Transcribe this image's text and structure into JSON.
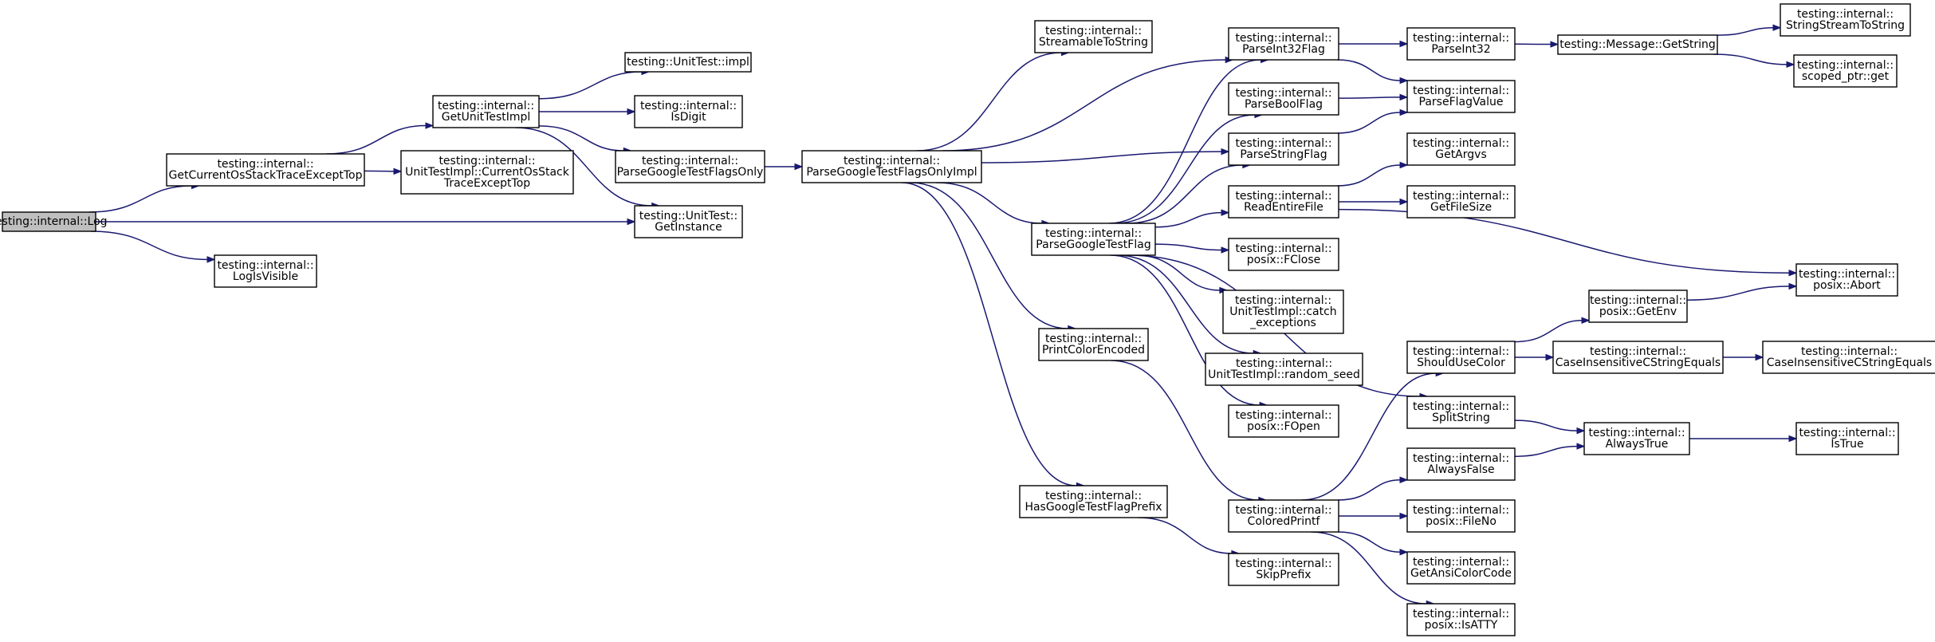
{
  "graph": {
    "edge_color": "#191970",
    "root_fill": "#bfbfbf",
    "node_fill": "#ffffff",
    "nodes": [
      {
        "id": "log",
        "lines": [
          "testing::internal::Log"
        ],
        "root": true
      },
      {
        "id": "getcurrent",
        "lines": [
          "testing::internal::",
          "GetCurrentOsStackTraceExceptTop"
        ]
      },
      {
        "id": "logisvisible",
        "lines": [
          "testing::internal::",
          "LogIsVisible"
        ]
      },
      {
        "id": "getunittestimpl",
        "lines": [
          "testing::internal::",
          "GetUnitTestImpl"
        ]
      },
      {
        "id": "utimplcurrent",
        "lines": [
          "testing::internal::",
          "UnitTestImpl::CurrentOsStack",
          "TraceExceptTop"
        ]
      },
      {
        "id": "utimpl",
        "lines": [
          "testing::UnitTest::impl"
        ]
      },
      {
        "id": "isdigit",
        "lines": [
          "testing::internal::",
          "IsDigit"
        ]
      },
      {
        "id": "pgtfo",
        "lines": [
          "testing::internal::",
          "ParseGoogleTestFlagsOnly"
        ]
      },
      {
        "id": "getinstance",
        "lines": [
          "testing::UnitTest::",
          "GetInstance"
        ]
      },
      {
        "id": "pgtfoimpl",
        "lines": [
          "testing::internal::",
          "ParseGoogleTestFlagsOnlyImpl"
        ]
      },
      {
        "id": "streamable",
        "lines": [
          "testing::internal::",
          "StreamableToString"
        ]
      },
      {
        "id": "pgtf",
        "lines": [
          "testing::internal::",
          "ParseGoogleTestFlag"
        ]
      },
      {
        "id": "printcolor",
        "lines": [
          "testing::internal::",
          "PrintColorEncoded"
        ]
      },
      {
        "id": "hasprefix",
        "lines": [
          "testing::internal::",
          "HasGoogleTestFlagPrefix"
        ]
      },
      {
        "id": "pint32flag",
        "lines": [
          "testing::internal::",
          "ParseInt32Flag"
        ]
      },
      {
        "id": "pboolflag",
        "lines": [
          "testing::internal::",
          "ParseBoolFlag"
        ]
      },
      {
        "id": "pstringflag",
        "lines": [
          "testing::internal::",
          "ParseStringFlag"
        ]
      },
      {
        "id": "readentire",
        "lines": [
          "testing::internal::",
          "ReadEntireFile"
        ]
      },
      {
        "id": "fclose",
        "lines": [
          "testing::internal::",
          "posix::FClose"
        ]
      },
      {
        "id": "catchexc",
        "lines": [
          "testing::internal::",
          "UnitTestImpl::catch",
          "_exceptions"
        ]
      },
      {
        "id": "randomseed",
        "lines": [
          "testing::internal::",
          "UnitTestImpl::random_seed"
        ]
      },
      {
        "id": "fopen",
        "lines": [
          "testing::internal::",
          "posix::FOpen"
        ]
      },
      {
        "id": "coloredprintf",
        "lines": [
          "testing::internal::",
          "ColoredPrintf"
        ]
      },
      {
        "id": "skipprefix",
        "lines": [
          "testing::internal::",
          "SkipPrefix"
        ]
      },
      {
        "id": "parseint32",
        "lines": [
          "testing::internal::",
          "ParseInt32"
        ]
      },
      {
        "id": "parseflagvalue",
        "lines": [
          "testing::internal::",
          "ParseFlagValue"
        ]
      },
      {
        "id": "getargvs",
        "lines": [
          "testing::internal::",
          "GetArgvs"
        ]
      },
      {
        "id": "getfilesize",
        "lines": [
          "testing::internal::",
          "GetFileSize"
        ]
      },
      {
        "id": "shouldusecolor",
        "lines": [
          "testing::internal::",
          "ShouldUseColor"
        ]
      },
      {
        "id": "splitstring",
        "lines": [
          "testing::internal::",
          "SplitString"
        ]
      },
      {
        "id": "alwaysfalse",
        "lines": [
          "testing::internal::",
          "AlwaysFalse"
        ]
      },
      {
        "id": "fileno",
        "lines": [
          "testing::internal::",
          "posix::FileNo"
        ]
      },
      {
        "id": "getansi",
        "lines": [
          "testing::internal::",
          "GetAnsiColorCode"
        ]
      },
      {
        "id": "isatty",
        "lines": [
          "testing::internal::",
          "posix::IsATTY"
        ]
      },
      {
        "id": "msggetstring",
        "lines": [
          "testing::Message::GetString"
        ]
      },
      {
        "id": "getenv",
        "lines": [
          "testing::internal::",
          "posix::GetEnv"
        ]
      },
      {
        "id": "caseinsens1",
        "lines": [
          "testing::internal::",
          "CaseInsensitiveCStringEquals"
        ]
      },
      {
        "id": "alwaystrue",
        "lines": [
          "testing::internal::",
          "AlwaysTrue"
        ]
      },
      {
        "id": "sstostring",
        "lines": [
          "testing::internal::",
          "StringStreamToString"
        ]
      },
      {
        "id": "scopedptr",
        "lines": [
          "testing::internal::",
          "scoped_ptr::get"
        ]
      },
      {
        "id": "abort",
        "lines": [
          "testing::internal::",
          "posix::Abort"
        ]
      },
      {
        "id": "caseinsens2",
        "lines": [
          "testing::internal::",
          "CaseInsensitiveCStringEquals"
        ]
      },
      {
        "id": "istrue",
        "lines": [
          "testing::internal::",
          "IsTrue"
        ]
      }
    ],
    "edges": [
      [
        "log",
        "getcurrent"
      ],
      [
        "log",
        "getinstance"
      ],
      [
        "log",
        "logisvisible"
      ],
      [
        "getcurrent",
        "getunittestimpl"
      ],
      [
        "getcurrent",
        "utimplcurrent"
      ],
      [
        "getunittestimpl",
        "utimpl"
      ],
      [
        "getunittestimpl",
        "isdigit"
      ],
      [
        "getunittestimpl",
        "pgtfo"
      ],
      [
        "getunittestimpl",
        "getinstance"
      ],
      [
        "pgtfo",
        "pgtfoimpl"
      ],
      [
        "pgtfoimpl",
        "streamable"
      ],
      [
        "pgtfoimpl",
        "pint32flag"
      ],
      [
        "pgtfoimpl",
        "pstringflag"
      ],
      [
        "pgtfoimpl",
        "pgtf"
      ],
      [
        "pgtfoimpl",
        "printcolor"
      ],
      [
        "pgtfoimpl",
        "hasprefix"
      ],
      [
        "pgtf",
        "pint32flag"
      ],
      [
        "pgtf",
        "pboolflag"
      ],
      [
        "pgtf",
        "pstringflag"
      ],
      [
        "pgtf",
        "readentire"
      ],
      [
        "pgtf",
        "fclose"
      ],
      [
        "pgtf",
        "catchexc"
      ],
      [
        "pgtf",
        "randomseed"
      ],
      [
        "pgtf",
        "fopen"
      ],
      [
        "pgtf",
        "splitstring"
      ],
      [
        "printcolor",
        "coloredprintf"
      ],
      [
        "hasprefix",
        "skipprefix"
      ],
      [
        "pint32flag",
        "parseint32"
      ],
      [
        "pint32flag",
        "parseflagvalue"
      ],
      [
        "pboolflag",
        "parseflagvalue"
      ],
      [
        "pstringflag",
        "parseflagvalue"
      ],
      [
        "readentire",
        "getargvs"
      ],
      [
        "readentire",
        "getfilesize"
      ],
      [
        "readentire",
        "abort"
      ],
      [
        "parseint32",
        "msggetstring"
      ],
      [
        "msggetstring",
        "sstostring"
      ],
      [
        "msggetstring",
        "scopedptr"
      ],
      [
        "coloredprintf",
        "shouldusecolor"
      ],
      [
        "coloredprintf",
        "alwaysfalse"
      ],
      [
        "coloredprintf",
        "fileno"
      ],
      [
        "coloredprintf",
        "getansi"
      ],
      [
        "coloredprintf",
        "isatty"
      ],
      [
        "shouldusecolor",
        "getenv"
      ],
      [
        "shouldusecolor",
        "caseinsens1"
      ],
      [
        "getenv",
        "abort"
      ],
      [
        "caseinsens1",
        "caseinsens2"
      ],
      [
        "splitstring",
        "alwaystrue"
      ],
      [
        "alwaysfalse",
        "alwaystrue"
      ],
      [
        "alwaystrue",
        "istrue"
      ]
    ]
  }
}
